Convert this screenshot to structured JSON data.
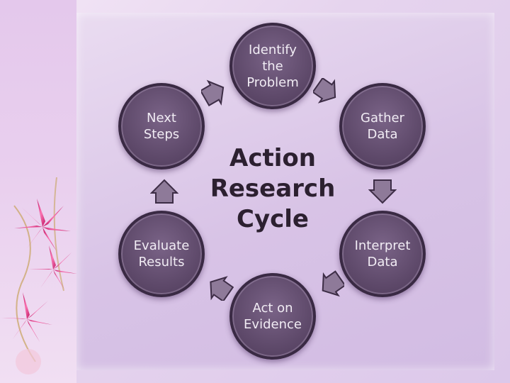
{
  "diagram": {
    "title_lines": [
      "Action",
      "Research",
      "Cycle"
    ],
    "nodes": [
      {
        "id": "identify",
        "lines": [
          "Identify",
          "the",
          "Problem"
        ]
      },
      {
        "id": "gather",
        "lines": [
          "Gather",
          "Data"
        ]
      },
      {
        "id": "interpret",
        "lines": [
          "Interpret",
          "Data"
        ]
      },
      {
        "id": "act",
        "lines": [
          "Act on",
          "Evidence"
        ]
      },
      {
        "id": "evaluate",
        "lines": [
          "Evaluate",
          "Results"
        ]
      },
      {
        "id": "next",
        "lines": [
          "Next",
          "Steps"
        ]
      }
    ]
  },
  "colors": {
    "node_fill": "#5f4a6b",
    "node_border": "#3a2a44",
    "node_text": "#f1ecf4",
    "title_text": "#2c2030",
    "background": "#dcc8ea",
    "flower_accent": "#e0408a"
  }
}
